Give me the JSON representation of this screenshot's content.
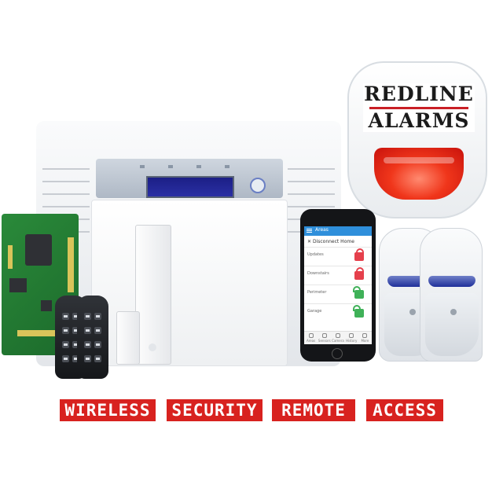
{
  "siren": {
    "brand_line1": "REDLINE",
    "brand_line2": "ALARMS",
    "icon": "siren-icon"
  },
  "panel": {
    "icon": "control-panel-icon"
  },
  "phone_app": {
    "header_title": "Areas",
    "disconnect_label": "Disconnect Home",
    "areas": [
      {
        "label": "Updates",
        "state": "locked"
      },
      {
        "label": "Downstairs",
        "state": "locked"
      },
      {
        "label": "Perimeter",
        "state": "unlocked"
      },
      {
        "label": "Garage",
        "state": "unlocked"
      }
    ],
    "tabs": [
      "Areas",
      "Sensors",
      "Camera",
      "History",
      "More"
    ]
  },
  "features": [
    "WIRELESS",
    "SECURITY",
    "REMOTE",
    "ACCESS"
  ],
  "colors": {
    "brand_red": "#d8221f",
    "lcd_blue": "#1c1f86",
    "pcb_green": "#2a8a3a",
    "app_blue": "#2f8fdb",
    "locked_red": "#e5404c",
    "unlocked_green": "#3fb158"
  }
}
